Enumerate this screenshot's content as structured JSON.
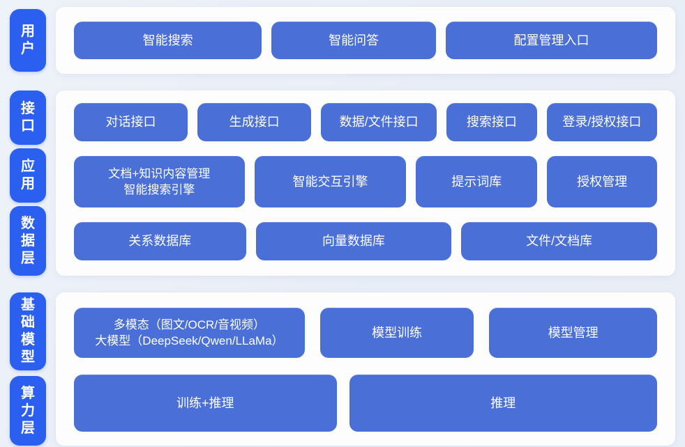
{
  "colors": {
    "background": "#e9eef7",
    "panel": "#fdfdfe",
    "pill_blue": "#2b5ff0",
    "box_blue": "#4a70d8",
    "text": "#ffffff"
  },
  "sections": [
    {
      "name": "user-layer",
      "pills": [
        {
          "label": "用户"
        }
      ],
      "rows": [
        {
          "boxes": [
            {
              "label": "智能搜索"
            },
            {
              "label": "智能问答"
            },
            {
              "label": "配置管理入口"
            }
          ]
        }
      ]
    },
    {
      "name": "middle-layers",
      "pills": [
        {
          "label": "接口"
        },
        {
          "label": "应用"
        },
        {
          "label": "数据层"
        }
      ],
      "rows": [
        {
          "boxes": [
            {
              "label": "对话接口"
            },
            {
              "label": "生成接口"
            },
            {
              "label": "数据/文件接口"
            },
            {
              "label": "搜索接口"
            },
            {
              "label": "登录/授权接口"
            }
          ]
        },
        {
          "boxes": [
            {
              "label": "文档+知识内容管理\n智能搜索引擎"
            },
            {
              "label": "智能交互引擎"
            },
            {
              "label": "提示词库"
            },
            {
              "label": "授权管理"
            }
          ]
        },
        {
          "boxes": [
            {
              "label": "关系数据库"
            },
            {
              "label": "向量数据库"
            },
            {
              "label": "文件/文档库"
            }
          ]
        }
      ]
    },
    {
      "name": "bottom-layers",
      "pills": [
        {
          "label": "基础模型"
        },
        {
          "label": "算力层"
        }
      ],
      "rows": [
        {
          "boxes": [
            {
              "label": "多模态（图文/OCR/音视频）\n大模型（DeepSeek/Qwen/LLaMa）"
            },
            {
              "label": "模型训练"
            },
            {
              "label": "模型管理"
            }
          ]
        },
        {
          "boxes": [
            {
              "label": "训练+推理"
            },
            {
              "label": "推理"
            }
          ]
        }
      ]
    }
  ]
}
